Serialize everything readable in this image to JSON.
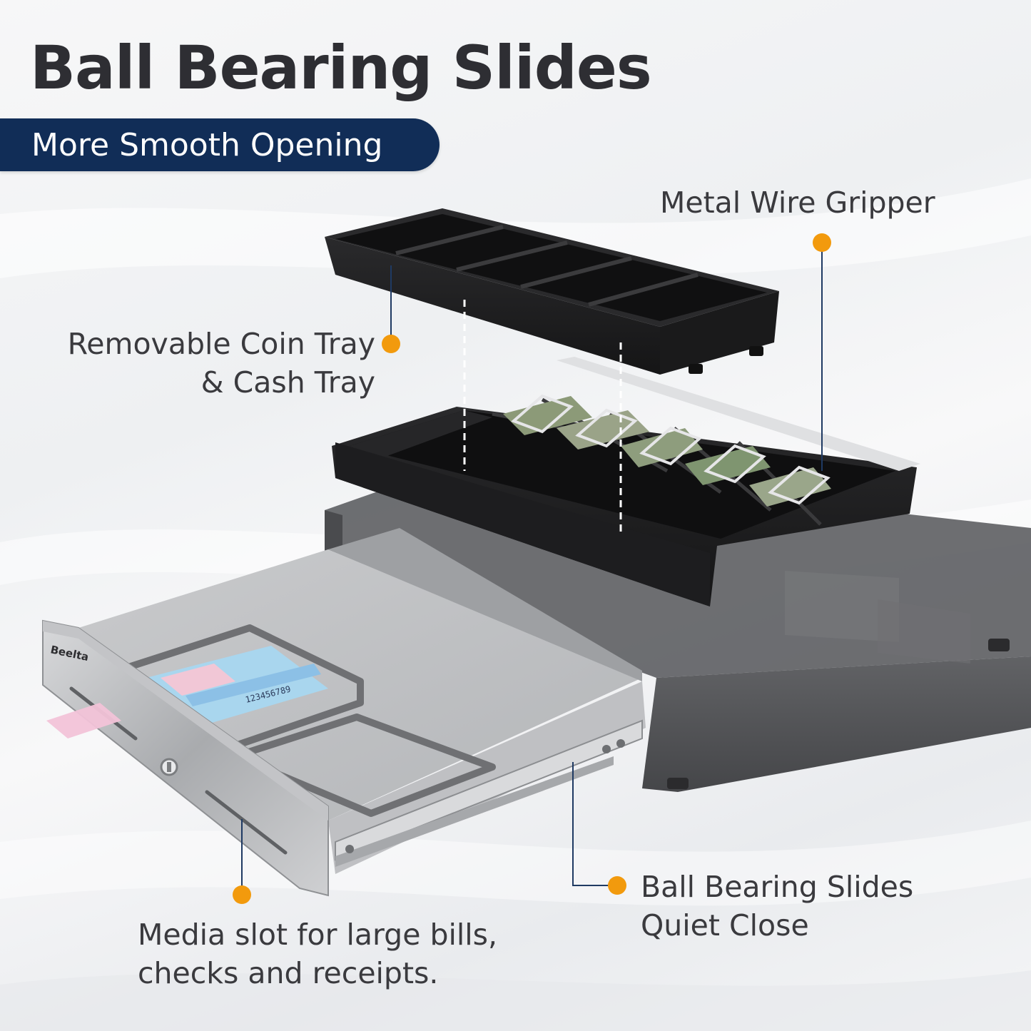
{
  "header": {
    "title": "Ball Bearing Slides",
    "subtitle": "More Smooth Opening"
  },
  "callouts": {
    "gripper": {
      "lines": [
        "Metal Wire Gripper"
      ]
    },
    "trays": {
      "lines": [
        "Removable Coin Tray",
        "& Cash Tray"
      ]
    },
    "slides": {
      "lines": [
        "Ball Bearing Slides",
        "Quiet Close"
      ]
    },
    "media": {
      "lines": [
        "Media slot for large bills,",
        "checks and receipts."
      ]
    }
  },
  "product": {
    "brand": "Beelta",
    "card_number": "123456789"
  },
  "colors": {
    "accent_navy": "#112d57",
    "callout_dot": "#f29a0d",
    "leader_line": "#1f3a63",
    "heading_text": "#2e2e33"
  }
}
